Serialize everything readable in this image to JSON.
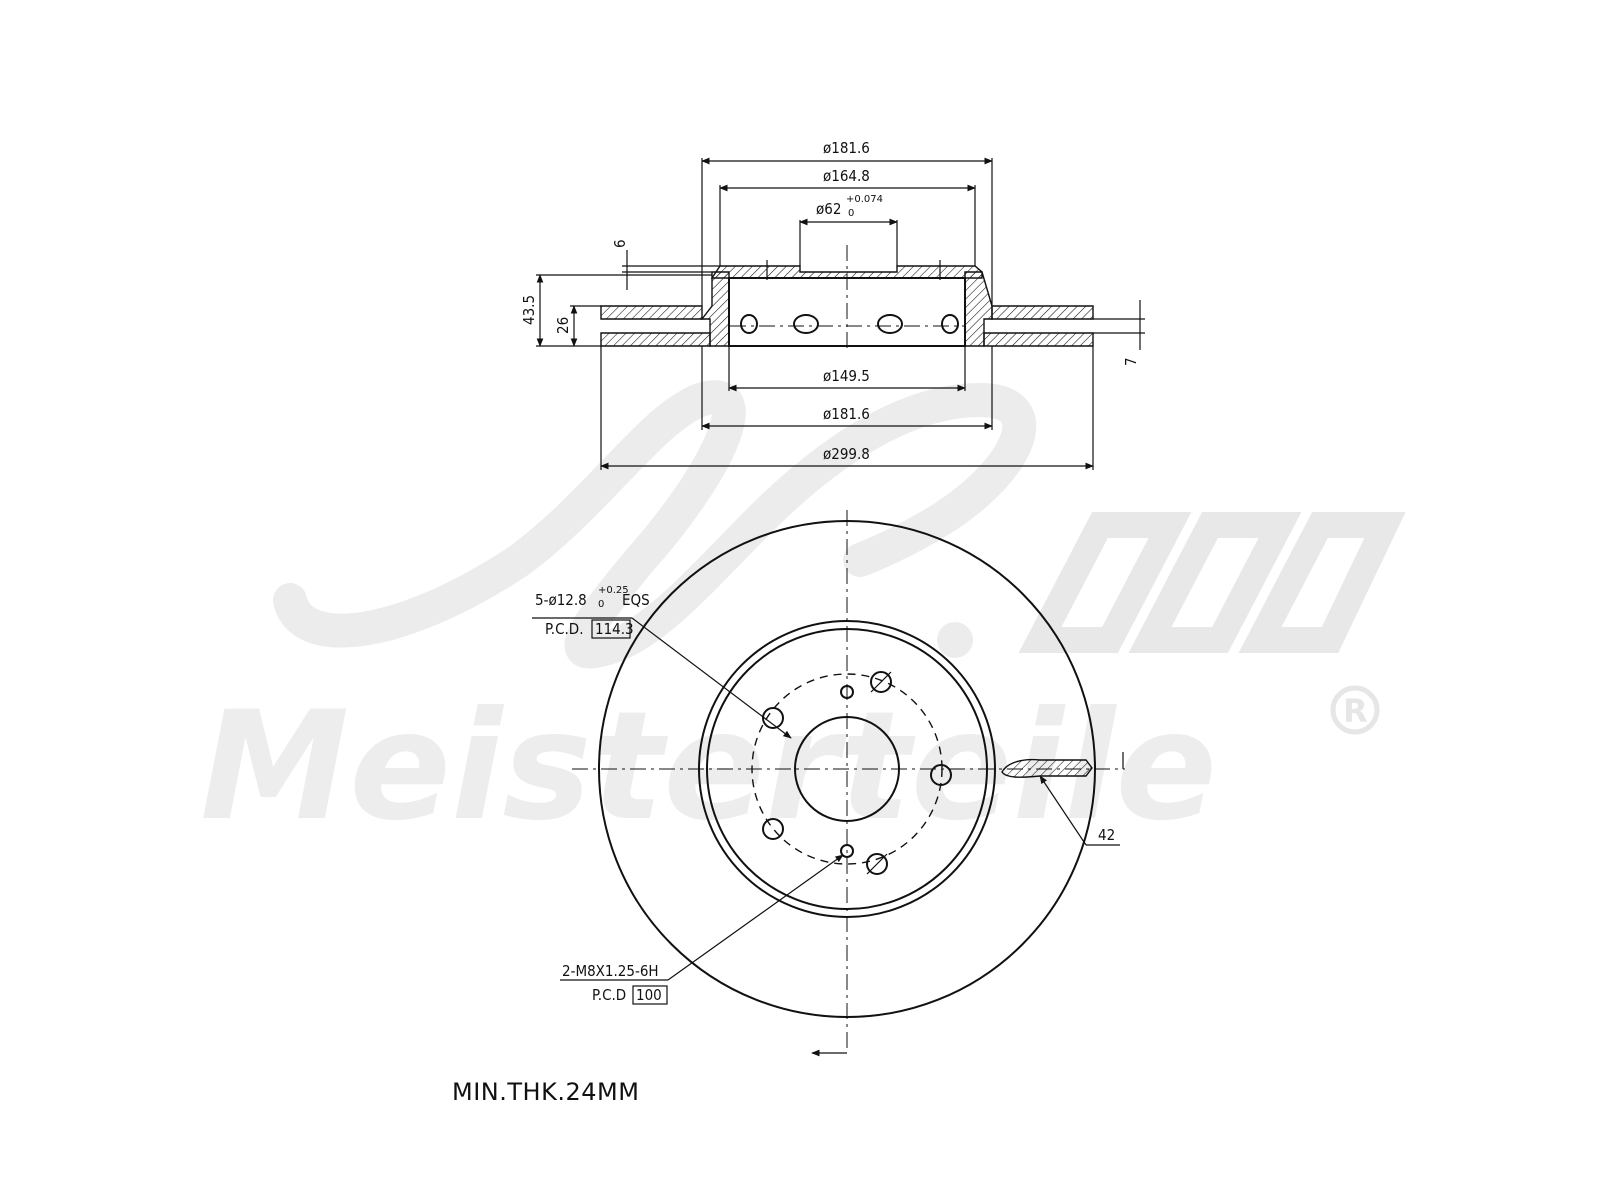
{
  "watermark": {
    "brand": "Meisterteile",
    "registered_mark": "R"
  },
  "section_view": {
    "dims": {
      "d_outer_hat_top": "ø181.6",
      "d_hat_inner": "ø164.8",
      "d_bore": "ø62",
      "d_bore_tol_upper": "+0.074",
      "d_bore_tol_lower": "0",
      "hat_thickness": "6",
      "total_height": "43.5",
      "disc_thickness": "26",
      "vane_gap": "7",
      "d_inner_vent": "ø149.5",
      "d_outer_hat_bottom": "ø181.6",
      "d_disc": "ø299.8"
    }
  },
  "face_view": {
    "bolt_callout": {
      "line1_prefix": "5-ø12.8",
      "tol_upper": "+0.25",
      "tol_lower": "0",
      "line1_suffix": "EQS",
      "pcd_label": "P.C.D.",
      "pcd_value": "114.3"
    },
    "thread_callout": {
      "line1": "2-M8X1.25-6H",
      "pcd_label": "P.C.D",
      "pcd_value": "100"
    },
    "groove_dim": "42"
  },
  "note": "MIN.THK.24MM"
}
